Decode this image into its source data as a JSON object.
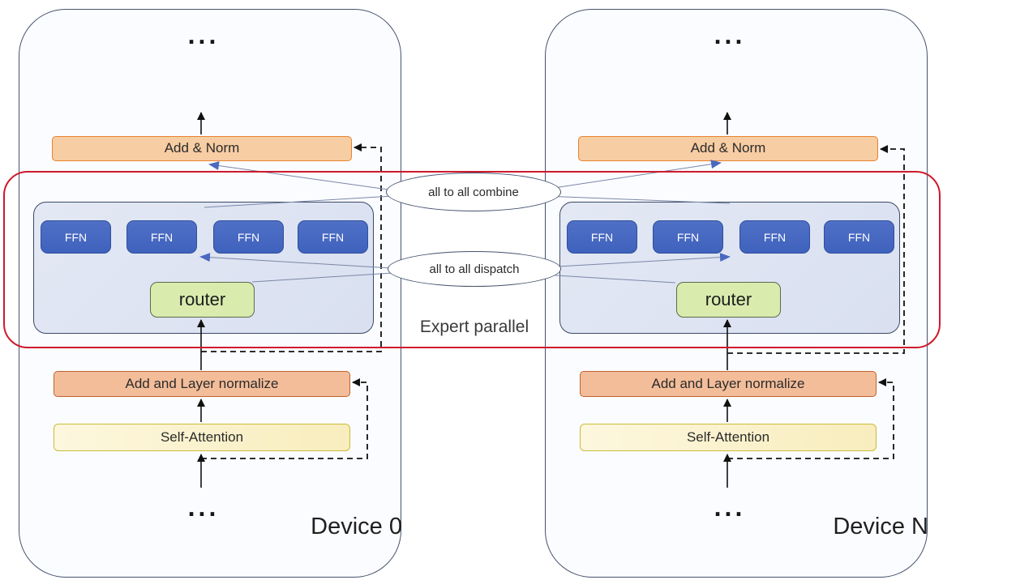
{
  "diagram": {
    "devices": [
      {
        "label": "Device 0",
        "ellipsis_top": "...",
        "ellipsis_bottom": "...",
        "add_norm": "Add & Norm",
        "ffn": [
          "FFN",
          "FFN",
          "FFN",
          "FFN"
        ],
        "router": "router",
        "add_layer_norm": "Add and Layer normalize",
        "self_attention": "Self-Attention"
      },
      {
        "label": "Device N",
        "ellipsis_top": "...",
        "ellipsis_bottom": "...",
        "add_norm": "Add & Norm",
        "ffn": [
          "FFN",
          "FFN",
          "FFN",
          "FFN"
        ],
        "router": "router",
        "add_layer_norm": "Add and Layer normalize",
        "self_attention": "Self-Attention"
      }
    ],
    "collectives": {
      "combine": "all to all combine",
      "dispatch": "all to all dispatch"
    },
    "region_label": "Expert parallel",
    "colors": {
      "expert_region_border": "#ce1a2d",
      "device_border": "#46536e",
      "expert_container_fill": "#dde4f2",
      "ffn_fill": "#4466c0",
      "router_fill": "#d9ecae",
      "add_norm_fill": "#f7cda3",
      "add_layer_norm_fill": "#f3bd9a",
      "self_attention_fill": "#fbf2cc",
      "connector_blue": "#4a68c0",
      "connector_gray": "#7a87a8"
    }
  }
}
